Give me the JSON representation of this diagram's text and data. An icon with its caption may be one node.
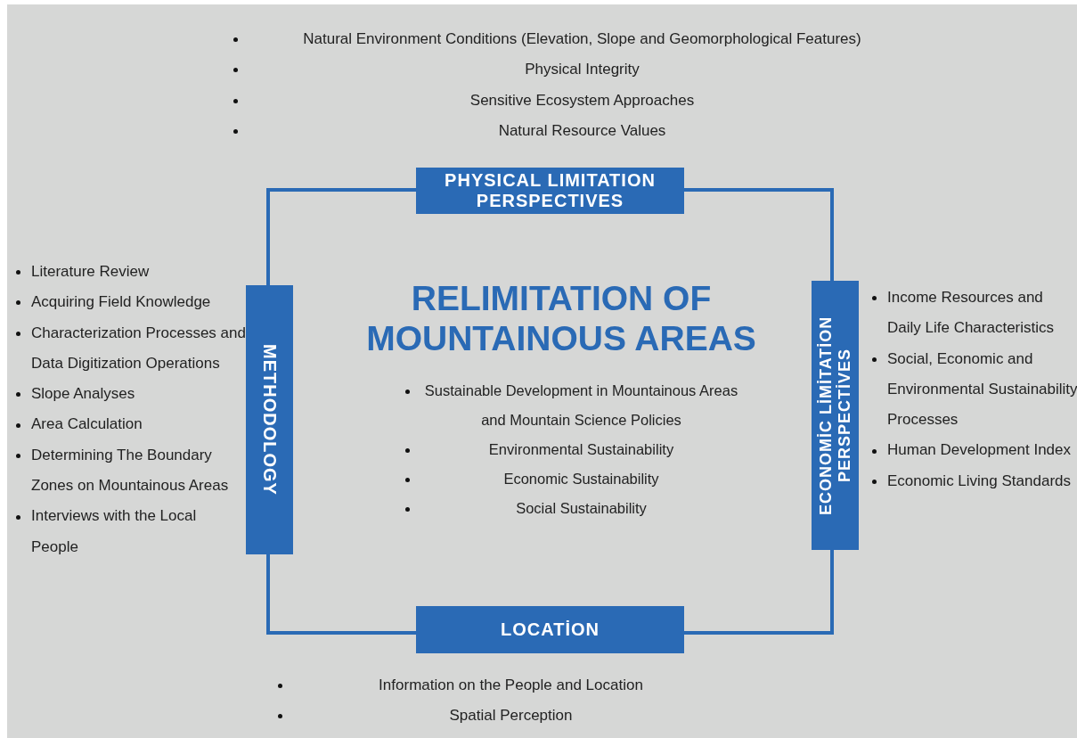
{
  "diagram": {
    "title": "RELIMITATION OF MOUNTAINOUS AREAS",
    "nodes": [
      {
        "text": [
          "PHYSICAL LIMITATION PERSPECTIVES"
        ]
      },
      {
        "text": [
          "METHODOLOGY"
        ]
      },
      {
        "text": [
          "ECONOMİC LİMİTATİON PERSPECTİVES"
        ]
      },
      {
        "text": [
          "LOCATİON"
        ]
      }
    ],
    "edges": [
      {
        "from": 0,
        "to": 2,
        "arrow": "none"
      },
      {
        "from": 2,
        "to": 3,
        "arrow": "none"
      },
      {
        "from": 3,
        "to": 1,
        "arrow": "none"
      },
      {
        "from": 1,
        "to": 0,
        "arrow": "none"
      }
    ],
    "labels": [
      "Natural Environment Conditions (Elevation, Slope and Geomorphological Features)",
      "Physical Integrity",
      "Sensitive Ecosystem Approaches",
      "Natural Resource Values",
      "Literature Review",
      "Acquiring Field Knowledge",
      "Characterization Processes and Data Digitization Operations",
      "Slope Analyses",
      "Area Calculation",
      "Determining The Boundary Zones on Mountainous Areas",
      "Interviews with the Local People",
      "Sustainable Development in Mountainous Areas and Mountain Science Policies",
      "Environmental Sustainability",
      "Economic Sustainability",
      "Social Sustainability",
      "Income Resources and Daily Life Characteristics",
      "Social, Economic and Environmental Sustainability Processes",
      "Human Development Index",
      "Economic Living Standards",
      "Information on the People and Location",
      "Spatial Perception"
    ]
  }
}
